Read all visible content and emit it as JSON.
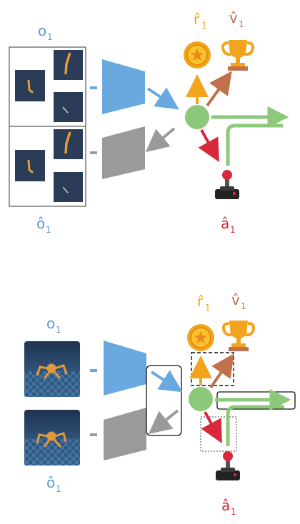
{
  "colors": {
    "encoder_blue": "#6aa8e0",
    "decoder_gray": "#9a9a9a",
    "latent_green": "#8cc97a",
    "reward_orange": "#f2a51c",
    "value_brown": "#c0704a",
    "action_red": "#d8283c",
    "label_blue": "#5b9bd5",
    "frame_dark": "#2a3c57"
  },
  "icons": [
    "star-coin-icon",
    "trophy-icon",
    "joystick-icon",
    "arrow-icon"
  ],
  "top": {
    "obs_label": "o",
    "obs_sub": "1",
    "recon_label": "ô",
    "recon_sub": "1",
    "reward_label": "r̂",
    "reward_sub": "1",
    "value_label": "v̂",
    "value_sub": "1",
    "action_label": "â",
    "action_sub": "1"
  },
  "bottom": {
    "obs_label": "o",
    "obs_sub": "1",
    "recon_label": "ô",
    "recon_sub": "1",
    "reward_label": "r̂",
    "reward_sub": "1",
    "value_label": "v̂",
    "value_sub": "1",
    "action_label": "â",
    "action_sub": "1"
  }
}
